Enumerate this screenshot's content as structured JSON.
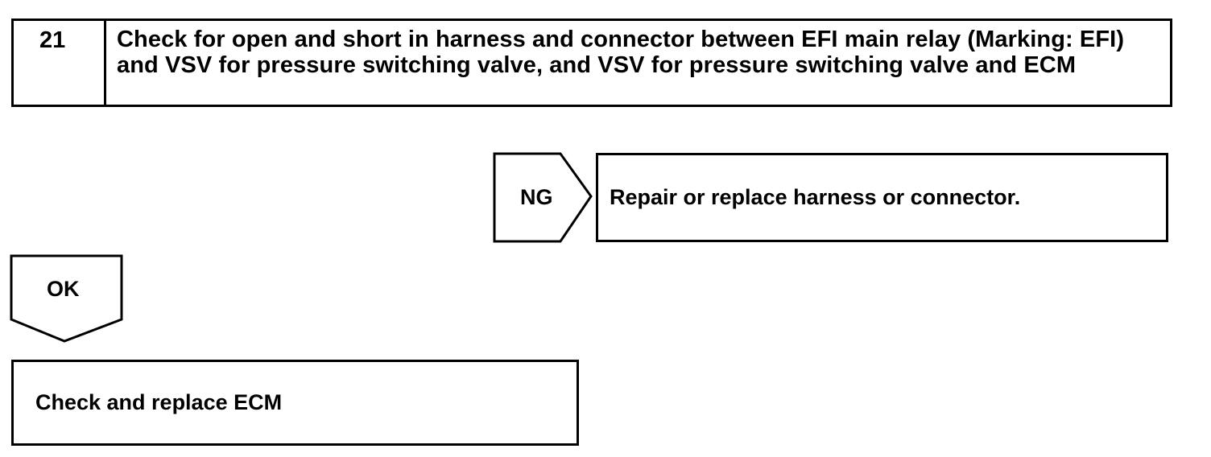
{
  "step": {
    "number": "21",
    "title": "Check for open and short in harness and connector between EFI main relay (Marking: EFI) and VSV for pressure switching valve, and VSV for pressure switching valve and ECM"
  },
  "branches": {
    "ng": {
      "label": "NG",
      "result": "Repair or replace harness or connector."
    },
    "ok": {
      "label": "OK",
      "result": "Check and replace ECM"
    }
  }
}
